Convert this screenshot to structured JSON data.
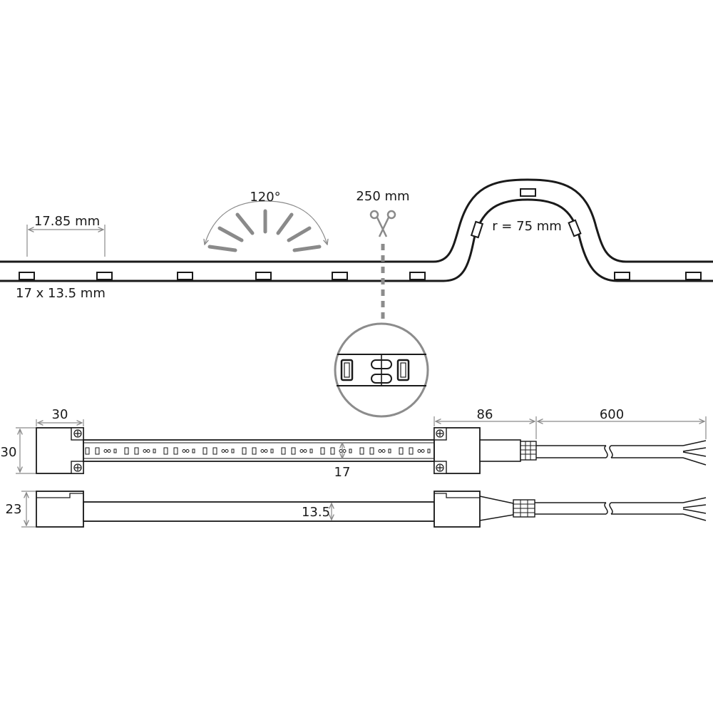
{
  "strip_view": {
    "pitch_label": "17.85 mm",
    "section_label": "17 x 13.5 mm",
    "angle_label": "120°",
    "cut_label": "250 mm",
    "radius_label": "r = 75 mm"
  },
  "technical_drawing": {
    "top_view": {
      "end_cap_width": "30",
      "height": "30",
      "connector_length": "86",
      "cable_length": "600",
      "strip_width": "17"
    },
    "side_view": {
      "cap_height": "23",
      "strip_height": "13.5"
    }
  },
  "colors": {
    "line": "#1a1a1a",
    "dimension": "#8a8a8a",
    "zoom_circle": "#8c8c8c"
  }
}
